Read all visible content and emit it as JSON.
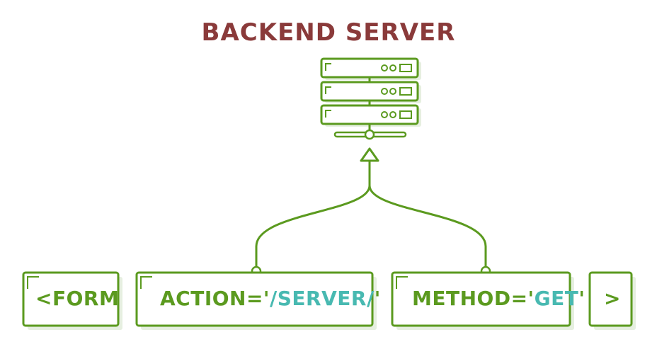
{
  "diagram": {
    "title": "BACKEND SERVER",
    "colors": {
      "stroke": "#5b9a1f",
      "title": "#8a3a3a",
      "accent_text": "#48b9b1",
      "shadow": "#e6efe0"
    },
    "server_icon": "server-rack-icon",
    "arrow_icon": "arrow-up-icon",
    "chips": {
      "form": {
        "label": "<FORM"
      },
      "action": {
        "prefix": "ACTION='",
        "value": "/SERVER/",
        "suffix": "'"
      },
      "method": {
        "prefix": "METHOD='",
        "value": "GET",
        "suffix": "'"
      },
      "close": {
        "label": ">"
      }
    }
  }
}
